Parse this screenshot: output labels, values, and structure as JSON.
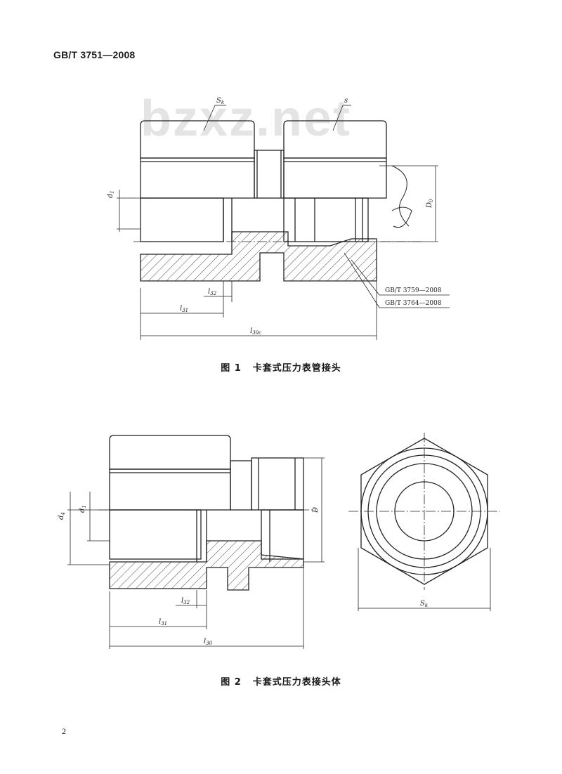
{
  "header": {
    "standard": "GB/T 3751—2008"
  },
  "watermark": "bzxz.net",
  "figure1": {
    "caption_number": "图 1",
    "caption_title": "卡套式压力表管接头",
    "labels": {
      "sk": "S",
      "sk_sub": "k",
      "s": "s",
      "d1": "d",
      "d1_sub": "1",
      "d0": "D",
      "d0_sub": "0",
      "l32": "l",
      "l32_sub": "32",
      "l31": "l",
      "l31_sub": "31",
      "l30": "l",
      "l30_sub": "30c"
    },
    "references": [
      "GB/T 3759—2008",
      "GB/T 3764—2008"
    ]
  },
  "figure2": {
    "caption_number": "图 2",
    "caption_title": "卡套式压力表接头体",
    "labels": {
      "d4": "d",
      "d4_sub": "4",
      "d1": "d",
      "d1_sub": "1",
      "D": "D",
      "l32": "l",
      "l32_sub": "32",
      "l31": "l",
      "l31_sub": "31",
      "l30": "l",
      "l30_sub": "30",
      "sk": "S",
      "sk_sub": "k"
    }
  },
  "page_number": "2"
}
